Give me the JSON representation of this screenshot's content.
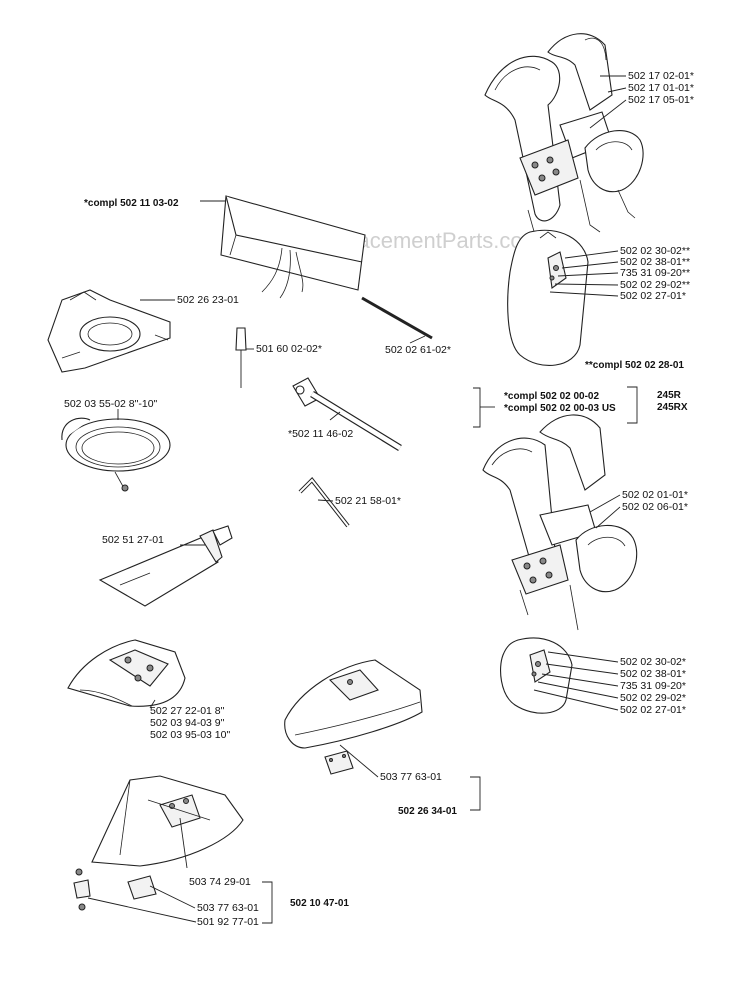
{
  "watermark": "eReplacementParts.com",
  "labels": {
    "cover_bag": "*compl 502 11 03-02",
    "harness_a_1": "502 17 02-01*",
    "harness_a_2": "502 17 01-01*",
    "harness_a_3": "502 17 05-01*",
    "hip_a_1": "502 02 30-02**",
    "hip_a_2": "502 02 38-01**",
    "hip_a_3": "735 31 09-20**",
    "hip_a_4": "502 02 29-02**",
    "hip_a_5": "502 02 27-01*",
    "compl_hip": "**compl 502 02 28-01",
    "compl_harness_1": "*compl 502 02 00-02",
    "compl_harness_2": "*compl 502 02 00-03 US",
    "model_1": "245R",
    "model_2": "245RX",
    "harness_b_1": "502 02 01-01*",
    "harness_b_2": "502 02 06-01*",
    "hip_b_1": "502 02 30-02*",
    "hip_b_2": "502 02 38-01*",
    "hip_b_3": "735 31 09-20*",
    "hip_b_4": "502 02 29-02*",
    "hip_b_5": "502 02 27-01*",
    "support_cup": "502 26 23-01",
    "screwdriver": "501 60 02-02*",
    "rod": "502 02 61-02*",
    "guard_ring": "502 03 55-02 8\"-10\"",
    "socket_wrench": "*502 11 46-02",
    "hex_key": "502 21 58-01*",
    "grease_tube": "502 51 27-01",
    "guard_a_1": "502 27 22-01 8\"",
    "guard_a_2": "502 03 94-03 9\"",
    "guard_a_3": "502 03 95-03 10\"",
    "plate_a": "503 77 63-01",
    "compl_guard_b": "502 26 34-01",
    "guard_c_part": "503 74 29-01",
    "compl_guard_c": "502 10 47-01",
    "plate_c": "503 77 63-01",
    "screw_c": "501 92 77-01"
  }
}
